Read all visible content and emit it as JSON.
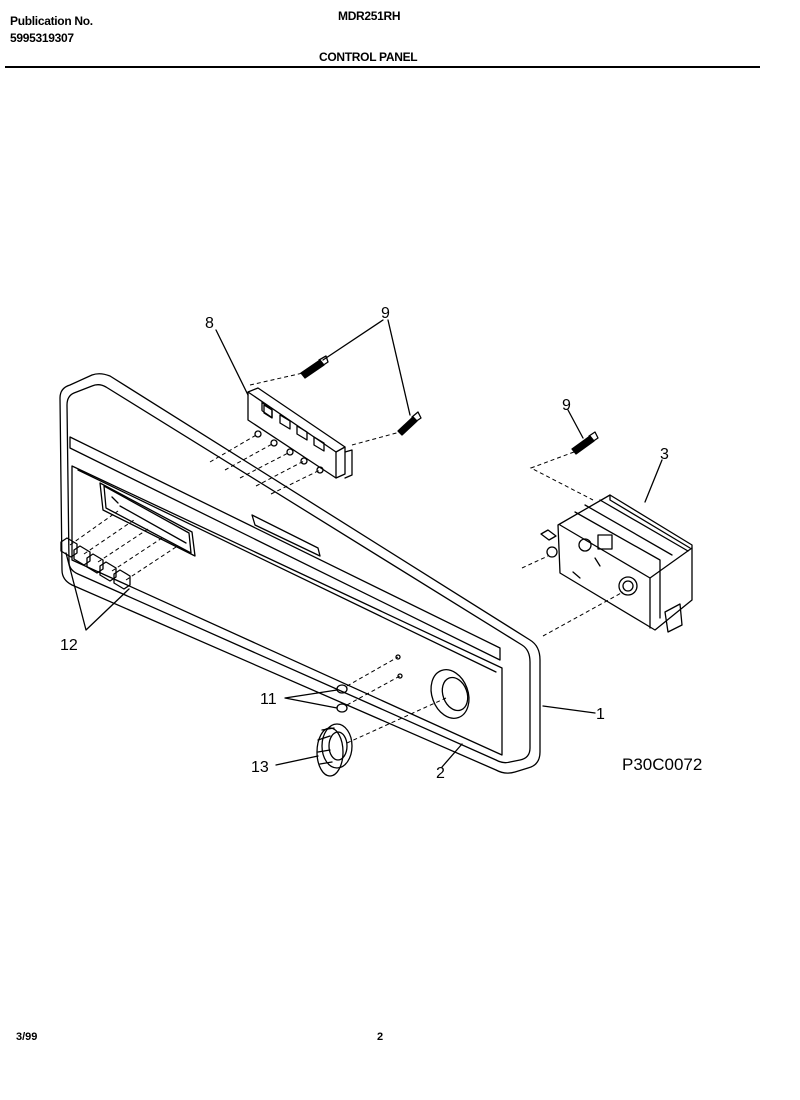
{
  "header": {
    "publication_label": "Publication No.",
    "publication_number": "5995319307",
    "model": "MDR251RH",
    "section_title": "CONTROL PANEL"
  },
  "diagram": {
    "drawing_code": "P30C0072",
    "callouts": {
      "c1": "1",
      "c2": "2",
      "c3": "3",
      "c8": "8",
      "c9a": "9",
      "c9b": "9",
      "c11": "11",
      "c12": "12",
      "c13": "13"
    }
  },
  "footer": {
    "date": "3/99",
    "page": "2"
  }
}
